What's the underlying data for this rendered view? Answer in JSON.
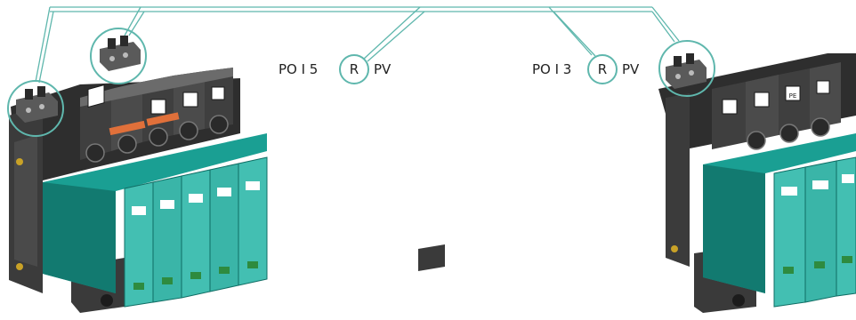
{
  "colors": {
    "teal": "#1a9f93",
    "teal_dark": "#127a70",
    "teal_light": "#34c0b2",
    "module_face": "#55ccc0",
    "body_dark": "#2e2e2e",
    "body_mid": "#4a4a4a",
    "body_light": "#6b6b6b",
    "terminal_grey": "#8b8b8b",
    "wire": "#5fb7ad",
    "orange_bar": "#e0703a",
    "label_text": "#222222"
  },
  "callouts": [
    {
      "prefix": "PO I 5",
      "letter": "R",
      "suffix": "PV"
    },
    {
      "prefix": "PO I 3",
      "letter": "R",
      "suffix": "PV"
    }
  ],
  "devices": [
    {
      "name": "left-device",
      "poles": 5,
      "icons": [
        [
          "terminal-block-1"
        ],
        [
          "terminal-block-2"
        ]
      ]
    },
    {
      "name": "right-device",
      "poles": 3,
      "marking": "PE"
    }
  ]
}
